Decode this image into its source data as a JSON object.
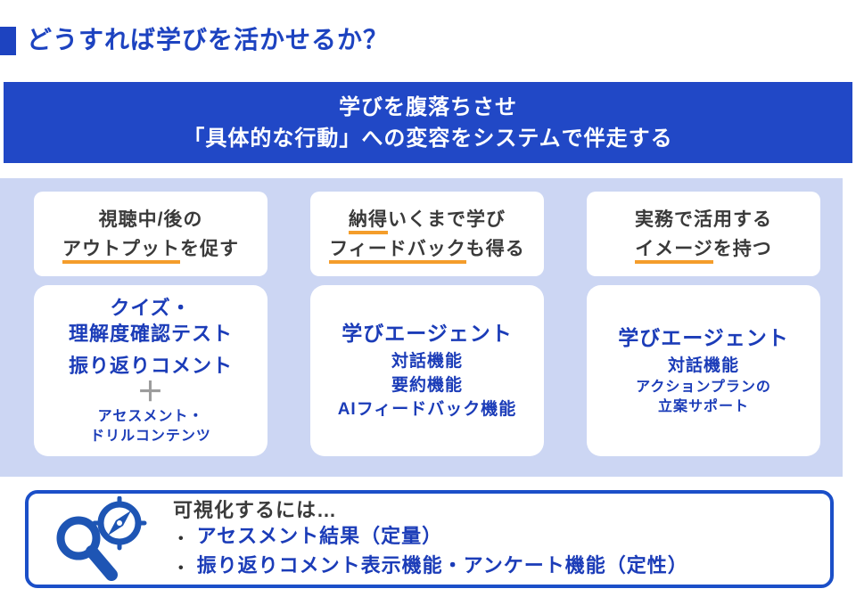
{
  "colors": {
    "title_blue": "#1d43c0",
    "banner_bg": "#2148c6",
    "panel_bg": "#ccd6f3",
    "body_text_blue": "#1b3cb8",
    "underline_orange": "#f49d2b",
    "plus_gray": "#9c9c9c",
    "footer_border_blue": "#1b4fc8",
    "icon_blue": "#1e55b4",
    "heading_dark": "#3a3a3a"
  },
  "title": "どうすれば学びを活かせるか？",
  "banner": {
    "line1": "学びを腹落ちさせ",
    "line2": "「具体的な行動」への変容をシステムで伴走する"
  },
  "columns": [
    {
      "header": {
        "line1": {
          "pre": "視聴中/後の",
          "underline": "",
          "post": ""
        },
        "line2": {
          "pre": "",
          "underline": "アウトプット",
          "post": "を促す"
        }
      },
      "body": {
        "line1": "クイズ・",
        "line2": "理解度確認テスト",
        "line3": "振り返りコメント",
        "plus": "＋",
        "sub1": "アセスメント・",
        "sub2": "ドリルコンテンツ"
      }
    },
    {
      "header": {
        "line1": {
          "pre": "",
          "underline": "納得",
          "post": "いくまで学び"
        },
        "line2": {
          "pre": "",
          "underline": "フィードバック",
          "post": "も得る"
        }
      },
      "body": {
        "title": "学びエージェント",
        "features": [
          "対話機能",
          "要約機能",
          "AIフィードバック機能"
        ]
      }
    },
    {
      "header": {
        "line1": {
          "pre": "実務で活用する",
          "underline": "",
          "post": ""
        },
        "line2": {
          "pre": "",
          "underline": "イメージ",
          "post": "を持つ"
        }
      },
      "body": {
        "title": "学びエージェント",
        "features": [
          "対話機能"
        ],
        "sub1": "アクションプランの",
        "sub2": "立案サポート"
      }
    }
  ],
  "footer": {
    "title": "可視化するには…",
    "bullet_char": "•",
    "bullets": [
      "アセスメント結果（定量）",
      "振り返りコメント表示機能・アンケート機能（定性）"
    ],
    "icons": [
      "magnifier-icon",
      "compass-icon"
    ]
  }
}
